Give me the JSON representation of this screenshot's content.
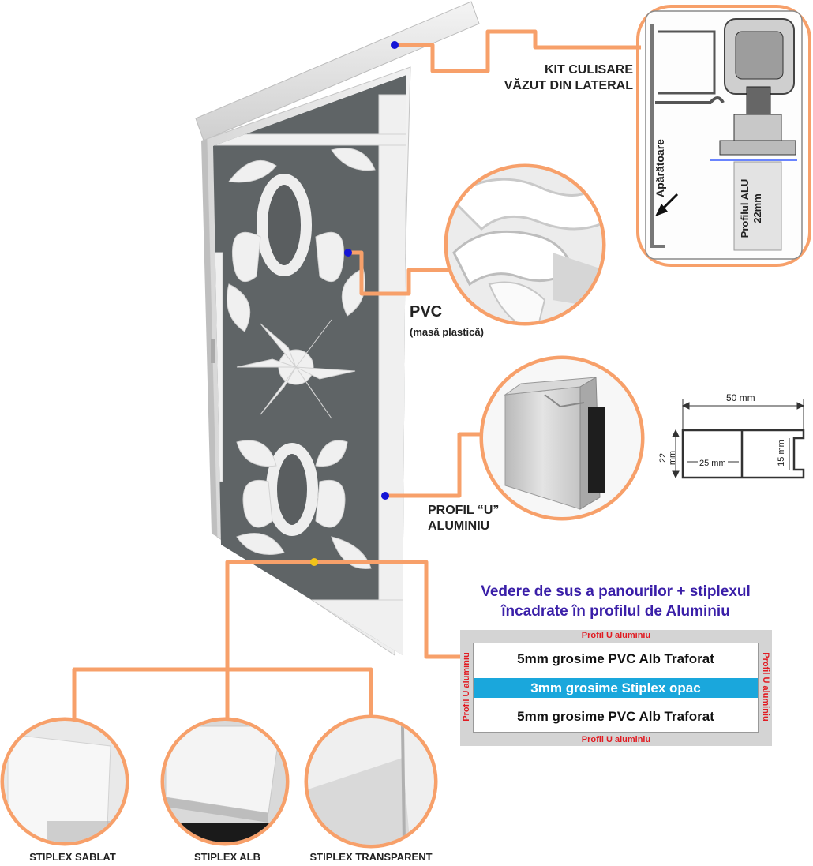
{
  "callouts": {
    "kit": {
      "line1": "KIT CULISARE",
      "line2": "VĂZUT DIN LATERAL"
    },
    "pvc": {
      "title": "PVC",
      "subtitle": "(masă plastică)"
    },
    "profil": {
      "line1": "PROFIL “U”",
      "line2": "ALUMINIU"
    }
  },
  "kit_detail": {
    "aparatoare": "Apărătoare",
    "profil_line1": "Profilul ALU",
    "profil_line2": "22mm"
  },
  "profile_dims": {
    "width": "50 mm",
    "height_num": "22",
    "height_unit": "mm",
    "channel": "25 mm",
    "slot": "15 mm"
  },
  "cross_section": {
    "title_line1": "Vedere de sus a panourilor + stiplexul",
    "title_line2": "încadrate în profilul de Aluminiu",
    "frame_label": "Profil U aluminiu",
    "layers": [
      "5mm grosime PVC Alb Traforat",
      "3mm grosime Stiplex opac",
      "5mm grosime PVC Alb Traforat"
    ]
  },
  "stiplex": [
    {
      "label": "STIPLEX SABLAT"
    },
    {
      "label": "STIPLEX ALB"
    },
    {
      "label": "STIPLEX TRANSPARENT"
    }
  ],
  "colors": {
    "accent_orange": "#f7a06a",
    "marker_blue": "#1515d6",
    "marker_yellow": "#f2c318",
    "title_purple": "#3a1fa8",
    "stiplex_blue": "#1aa7dc",
    "frame_red": "#e11b22"
  }
}
